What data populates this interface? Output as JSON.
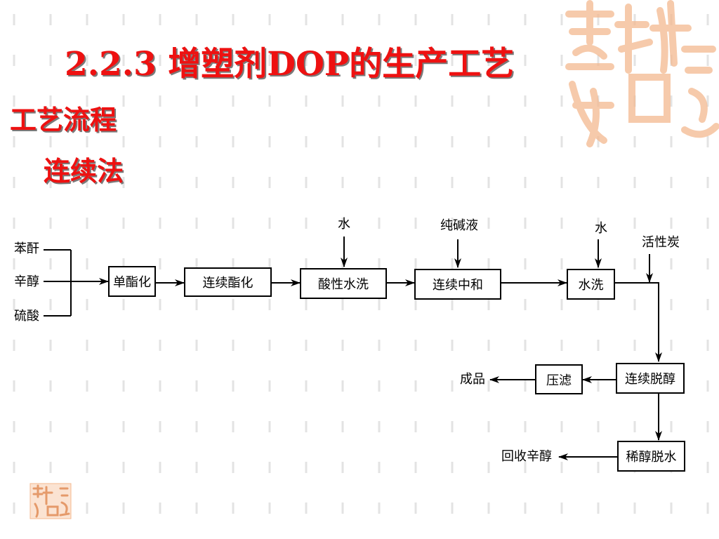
{
  "title": "2.2.3 增塑剂DOP的生产工艺",
  "subtitle": "工艺流程",
  "method": "连续法",
  "diagram": {
    "inputs": [
      "苯酐",
      "辛醇",
      "硫酸"
    ],
    "steps": [
      "单酯化",
      "连续酯化",
      "酸性水洗",
      "连续中和",
      "水洗",
      "连续脱醇",
      "压滤",
      "稀醇脱水"
    ],
    "additives": {
      "water1": "水",
      "soda": "纯碱液",
      "water2": "水",
      "carbon": "活性炭"
    },
    "outputs": {
      "product": "成品",
      "recovered": "回收辛醇"
    }
  },
  "colors": {
    "title": "#ee1111",
    "shadow": "#7a7a7a",
    "watermark": "#f4b98f"
  }
}
